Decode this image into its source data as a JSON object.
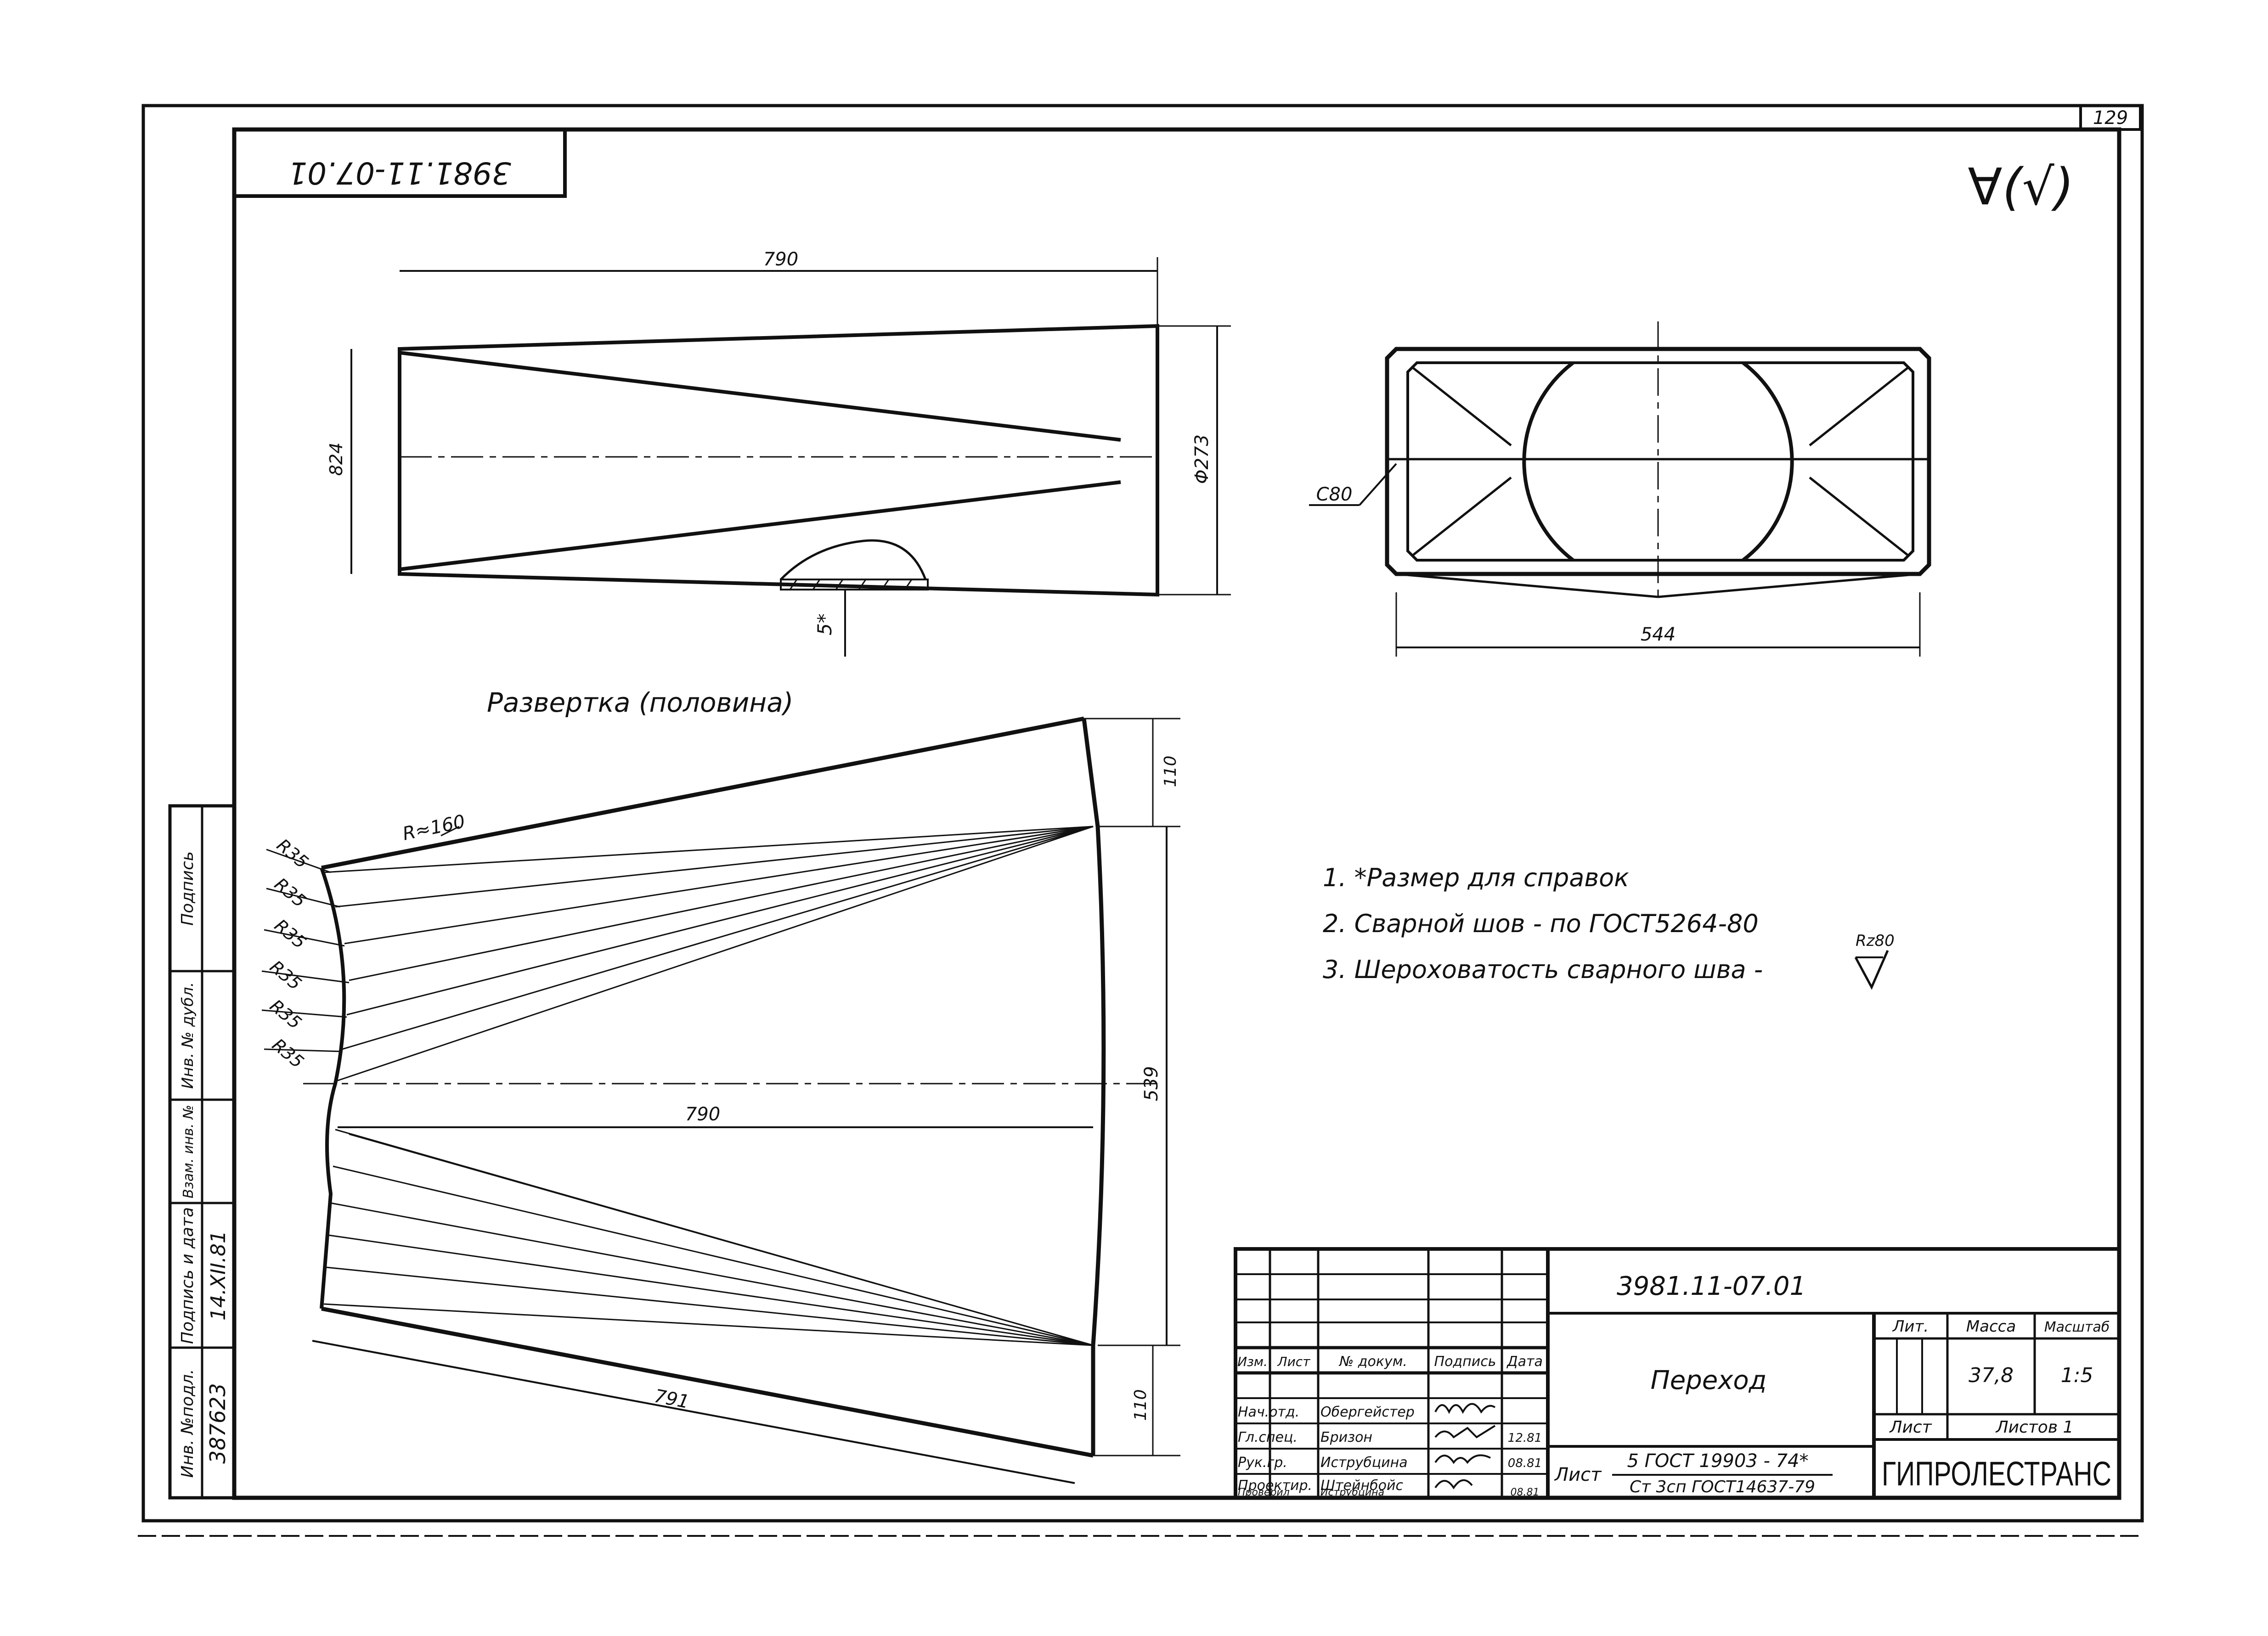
{
  "sheet": {
    "page_number": "129",
    "doc_code_top": "3981.11-07.01",
    "roughness_mark": "∀(√)"
  },
  "drawing": {
    "side_view": {
      "dim_length": "790",
      "dim_height": "824",
      "dim_diameter": "Φ273",
      "dim_weld_ref": "5*"
    },
    "end_view": {
      "dim_width": "544",
      "chamfer_label": "С80"
    },
    "development": {
      "title": "Развертка (половина)",
      "radius_top": "R≈160",
      "radius_marks": [
        "R35",
        "R35",
        "R35",
        "R35",
        "R35",
        "R35"
      ],
      "dim_inner_length": "790",
      "dim_bottom_length": "791",
      "dim_mid_height": "539",
      "dim_top_offset": "110",
      "dim_bottom_offset": "110"
    },
    "notes": [
      "1. *Размер для справок",
      "2. Сварной шов - по ГОСТ5264-80",
      "3. Шероховатость сварного шва -"
    ],
    "note_roughness": "Rz80"
  },
  "left_strip": {
    "labels": [
      "Инв. №подл.",
      "Подпись и дата",
      "Взам. инв. №",
      "Инв. № дубл.",
      "Подпись"
    ],
    "inv_number": "387623",
    "sign_date": "14.XII.81"
  },
  "title_block": {
    "doc_code": "3981.11-07.01",
    "part_name": "Переход",
    "header_cols": [
      "Изм.",
      "Лист",
      "№ докум.",
      "Подпись",
      "Дата"
    ],
    "staff": [
      {
        "role": "Нач.отд.",
        "name": "Обергейстер",
        "date": ""
      },
      {
        "role": "Гл.спец.",
        "name": "Бризон",
        "date": "12.81"
      },
      {
        "role": "Рук.гр.",
        "name": "Иструбцина",
        "date": "08.81"
      },
      {
        "role": "Проектир.",
        "name": "Штейнбойс",
        "date": ""
      },
      {
        "role": "Проверил",
        "name": "Иструбцина",
        "date": "08.81"
      }
    ],
    "lit_label": "Лит.",
    "mass_label": "Масса",
    "scale_label": "Масштаб",
    "mass_value": "37,8",
    "scale_value": "1:5",
    "sheet_label": "Лист",
    "sheets_label": "Листов 1",
    "material_label": "Лист",
    "material_top": "5 ГОСТ 19903 - 74*",
    "material_bottom": "Ст 3сп ГОСТ14637-79",
    "org_name": "ГИПРОЛЕСТРАНС"
  }
}
